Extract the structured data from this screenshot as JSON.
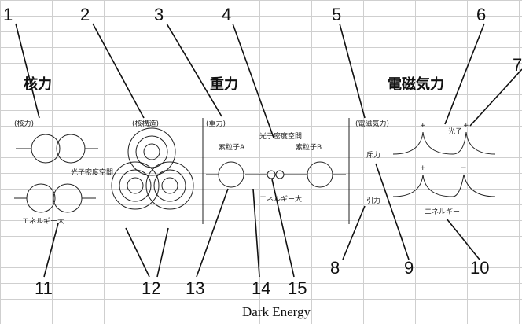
{
  "numbers": [
    "1",
    "2",
    "3",
    "4",
    "5",
    "6",
    "7",
    "8",
    "9",
    "10",
    "11",
    "12",
    "13",
    "14",
    "15"
  ],
  "headings": {
    "nuclear": "核力",
    "gravity": "重力",
    "electromagnetic": "電磁気力"
  },
  "sketch_labels": {
    "nuclear_box": "(核力)",
    "nucleus_box": "(核構造)",
    "gravity_box": "(重力)",
    "em_box": "(電磁気力)",
    "photon_space": "光子密度空間",
    "nucleon_a": "素粒子A",
    "nucleon_b": "素粒子B",
    "energy_high": "エネルギー大",
    "energy_low": "エネルギー",
    "photon": "光子",
    "repulsion": "斥力",
    "attraction": "引力",
    "plus": "+",
    "minus": "−"
  },
  "caption": "Dark Energy"
}
